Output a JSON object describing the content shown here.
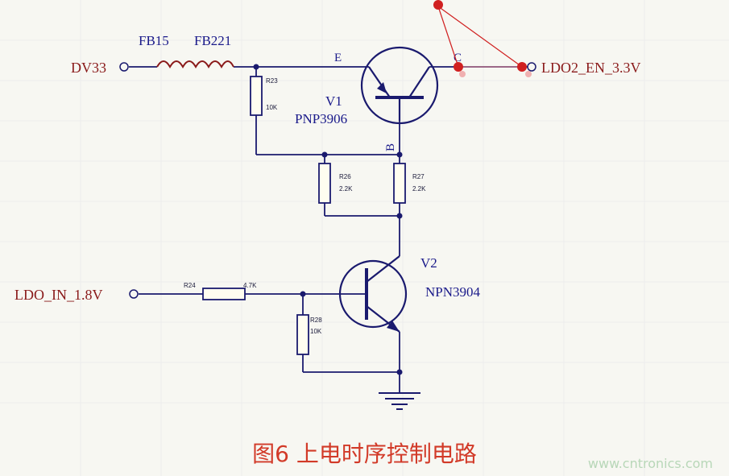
{
  "nets": {
    "dv33": "DV33",
    "ldo2_en": "LDO2_EN_3.3V",
    "ldo_in": "LDO_IN_1.8V"
  },
  "ferrites": {
    "fb15": "FB15",
    "fb221": "FB221"
  },
  "transistors": {
    "v1": {
      "ref": "V1",
      "part": "PNP3906",
      "pin_e": "E",
      "pin_b": "B",
      "pin_c": "C"
    },
    "v2": {
      "ref": "V2",
      "part": "NPN3904"
    }
  },
  "resistors": {
    "r23": {
      "ref": "R23",
      "value": "10K"
    },
    "r26": {
      "ref": "R26",
      "value": "2.2K"
    },
    "r27": {
      "ref": "R27",
      "value": "2.2K"
    },
    "r24": {
      "ref": "R24",
      "value": "4.7K"
    },
    "r28": {
      "ref": "R28",
      "value": "10K"
    }
  },
  "caption": "图6 上电时序控制电路",
  "watermark": "www.cntronics.com",
  "colors": {
    "wire": "#1a1a6e",
    "net_text": "#8a1a1a",
    "part_text": "#1a1a8a",
    "caption": "#d23a28",
    "marker": "#d02020"
  }
}
